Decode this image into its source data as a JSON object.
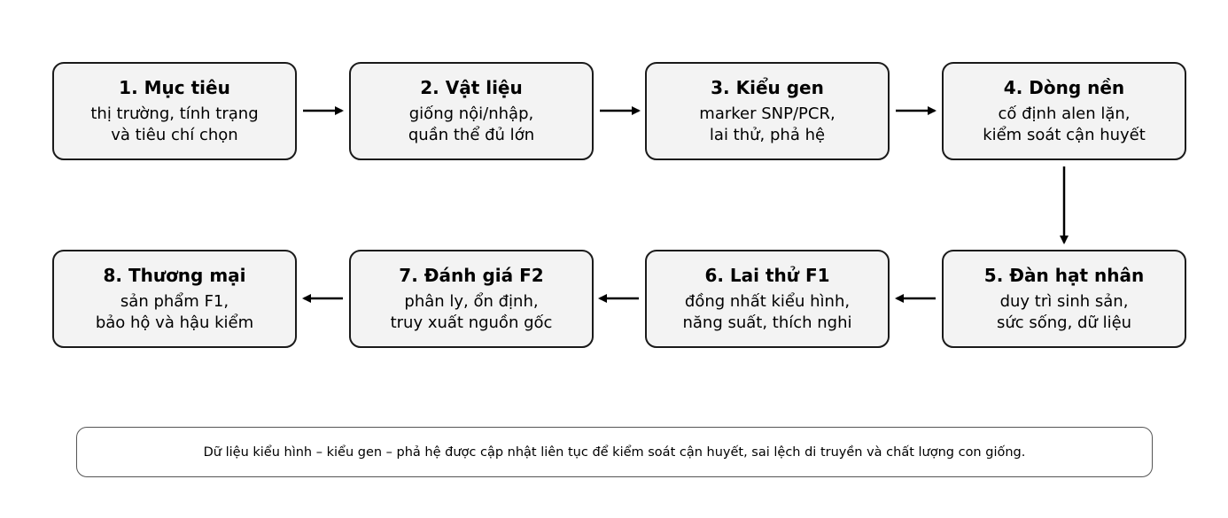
{
  "steps": [
    {
      "title": "1. Mục tiêu",
      "line1": "thị trường, tính trạng",
      "line2": "và tiêu chí chọn"
    },
    {
      "title": "2. Vật liệu",
      "line1": "giống nội/nhập,",
      "line2": "quần thể đủ lớn"
    },
    {
      "title": "3. Kiểu gen",
      "line1": "marker SNP/PCR,",
      "line2": "lai thử, phả hệ"
    },
    {
      "title": "4. Dòng nền",
      "line1": "cố định alen lặn,",
      "line2": "kiểm soát cận huyết"
    },
    {
      "title": "5. Đàn hạt nhân",
      "line1": "duy trì sinh sản,",
      "line2": "sức sống, dữ liệu"
    },
    {
      "title": "6. Lai thử F1",
      "line1": "đồng nhất kiểu hình,",
      "line2": "năng suất, thích nghi"
    },
    {
      "title": "7. Đánh giá F2",
      "line1": "phân ly, ổn định,",
      "line2": "truy xuất nguồn gốc"
    },
    {
      "title": "8. Thương mại",
      "line1": "sản phẩm F1,",
      "line2": "bảo hộ và hậu kiểm"
    }
  ],
  "note": "Dữ liệu kiểu hình – kiểu gen – phả hệ được cập nhật liên tục để kiểm soát cận huyết, sai lệch di truyền và chất lượng con giống.",
  "colors": {
    "box_fill": "#f3f3f3",
    "box_border": "#1a1a1a",
    "arrow": "#000000"
  }
}
